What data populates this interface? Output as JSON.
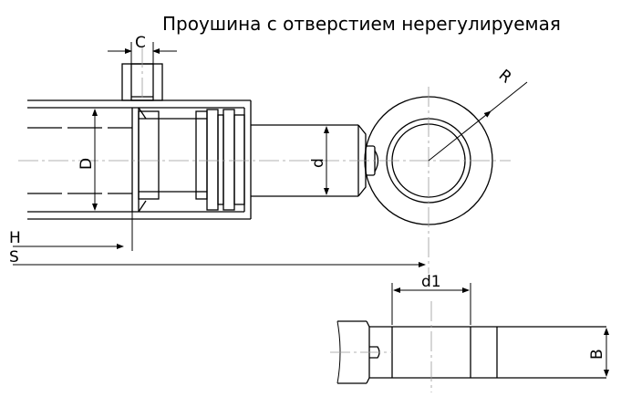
{
  "title": "Проушина с отверстием нерегулируемая",
  "labels": {
    "C": "C",
    "D": "D",
    "d": "d",
    "R": "R",
    "H": "H",
    "S": "S",
    "d1": "d1",
    "B": "B"
  },
  "colors": {
    "line": "#000000",
    "centerline": "#9a9a9a",
    "background": "#ffffff"
  }
}
